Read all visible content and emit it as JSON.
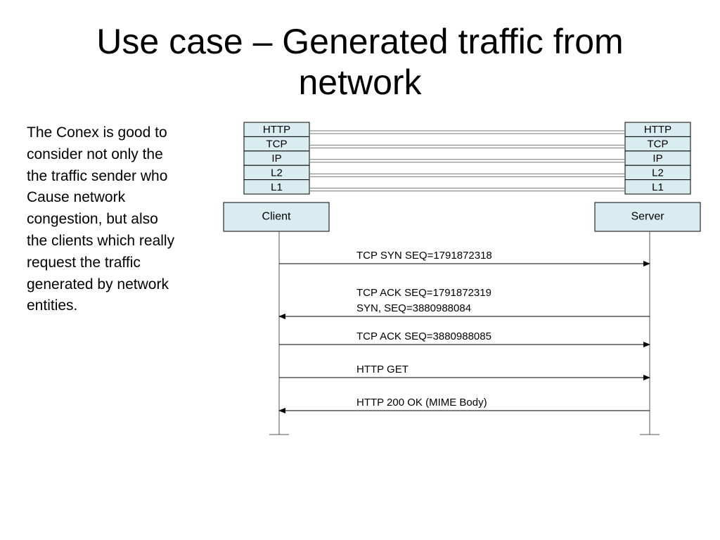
{
  "slide": {
    "title_lines": [
      "Use case – Generated traffic from",
      "network"
    ],
    "body_lines": [
      "The Conex is good to",
      "consider not only the",
      "the traffic sender who",
      "Cause network",
      "congestion, but also",
      "the clients which really",
      "request the traffic",
      "generated by network",
      "entities."
    ]
  },
  "diagram": {
    "client": {
      "label": "Client",
      "layers": [
        "HTTP",
        "TCP",
        "IP",
        "L2",
        "L1"
      ]
    },
    "server": {
      "label": "Server",
      "layers": [
        "HTTP",
        "TCP",
        "IP",
        "L2",
        "L1"
      ]
    },
    "box_fill": "#d9ecf0",
    "messages": [
      {
        "direction": "to-server",
        "lines": [
          "TCP SYN SEQ=1791872318"
        ]
      },
      {
        "direction": "to-client",
        "lines": [
          "TCP ACK SEQ=1791872319",
          "SYN, SEQ=3880988084"
        ]
      },
      {
        "direction": "to-server",
        "lines": [
          "TCP ACK SEQ=3880988085"
        ]
      },
      {
        "direction": "to-server",
        "lines": [
          "HTTP GET"
        ]
      },
      {
        "direction": "to-client",
        "lines": [
          "HTTP 200 OK (MIME Body)"
        ]
      }
    ]
  }
}
